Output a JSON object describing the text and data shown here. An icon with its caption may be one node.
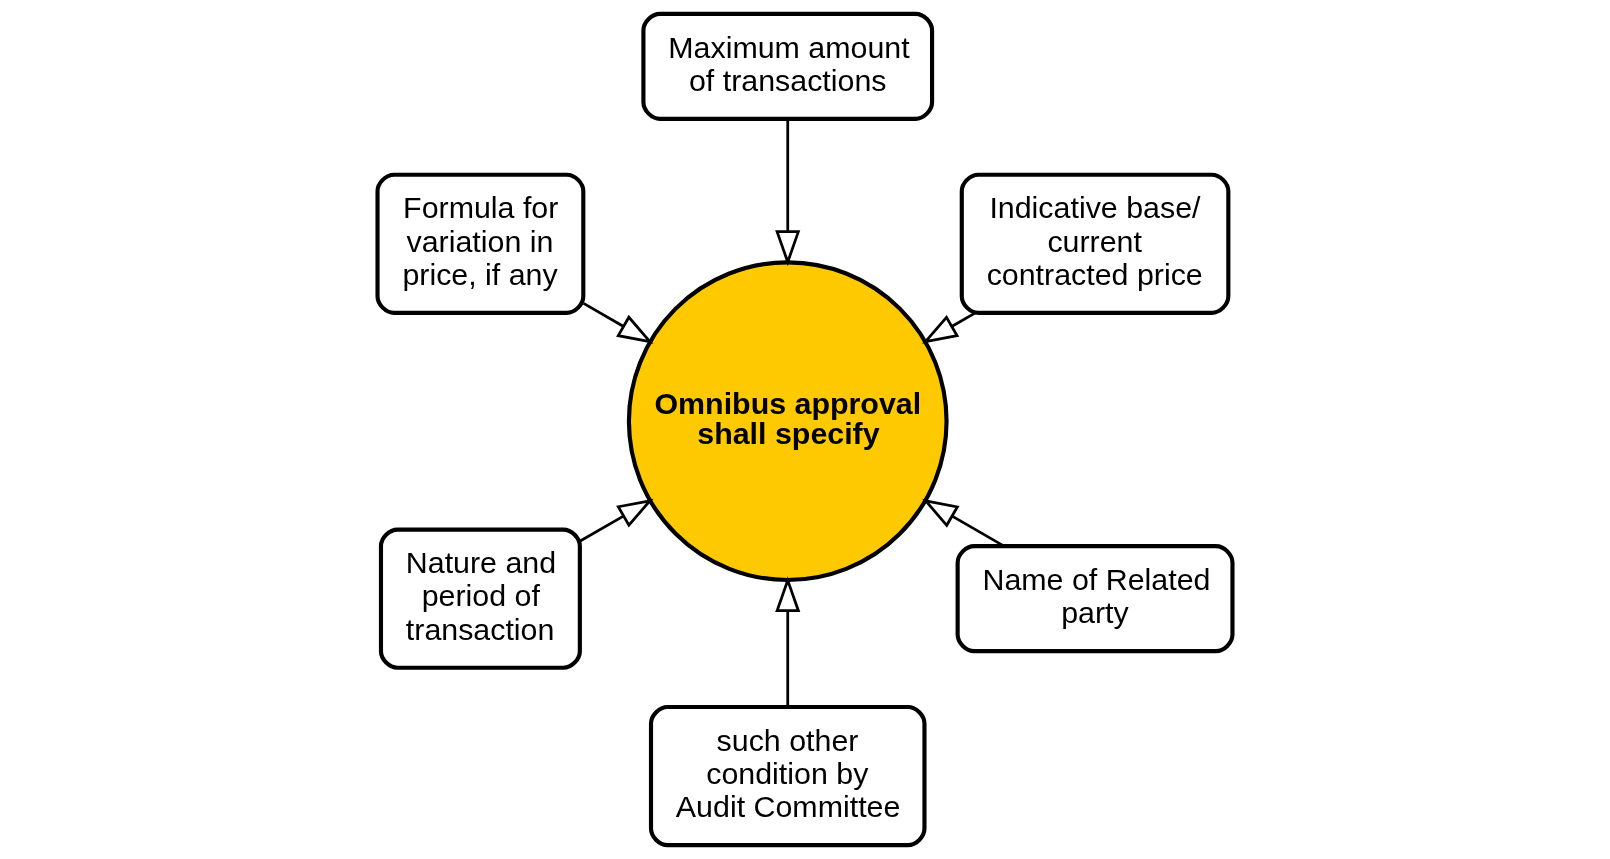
{
  "diagram": {
    "nodes": [
      {
        "text": [
          "Indicative base/ current contracted price"
        ]
      },
      {
        "text": [
          "Maximum amount of transactions"
        ]
      },
      {
        "text": [
          "Formula for variation in price, if any"
        ]
      },
      {
        "text": [
          "Nature and period of transaction"
        ]
      },
      {
        "text": [
          "such other condition by Audit Committee"
        ]
      },
      {
        "text": [
          "Name of Related party"
        ]
      },
      {
        "text": [
          "Omnibus approval shall specify"
        ]
      }
    ],
    "edges": [
      {
        "from": 0,
        "to": 6,
        "arrow": "to"
      },
      {
        "from": 1,
        "to": 6,
        "arrow": "to"
      },
      {
        "from": 2,
        "to": 6,
        "arrow": "to"
      },
      {
        "from": 3,
        "to": 6,
        "arrow": "to"
      },
      {
        "from": 4,
        "to": 6,
        "arrow": "to"
      },
      {
        "from": 5,
        "to": 6,
        "arrow": "to"
      }
    ]
  }
}
